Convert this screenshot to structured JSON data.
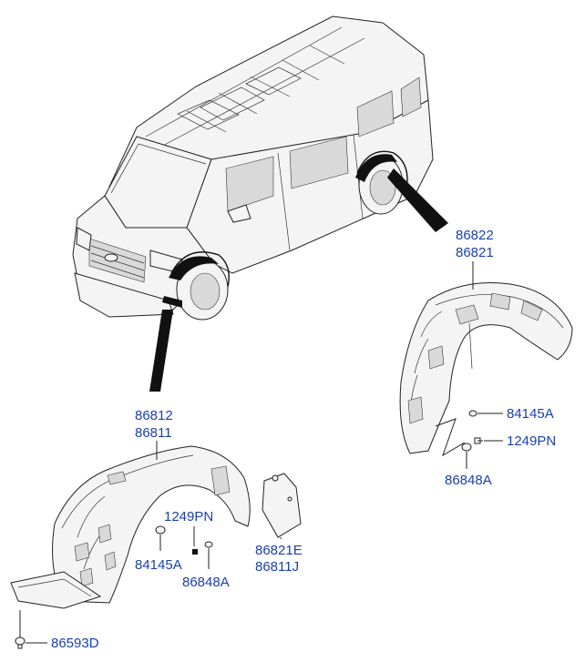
{
  "labels": {
    "rear_upper": "86822",
    "rear_lower": "86821",
    "rear_clip_a": "84145A",
    "rear_screw": "1249PN",
    "rear_nut": "86848A",
    "front_upper": "86812",
    "front_lower": "86811",
    "front_screw": "1249PN",
    "front_clip_a": "84145A",
    "front_nut": "86848A",
    "mudguard_upper": "86821E",
    "mudguard_lower": "86811J",
    "bottom_bolt": "86593D"
  },
  "colors": {
    "label": "#1a3fb0",
    "line": "#222222",
    "highlight": "#111111"
  }
}
